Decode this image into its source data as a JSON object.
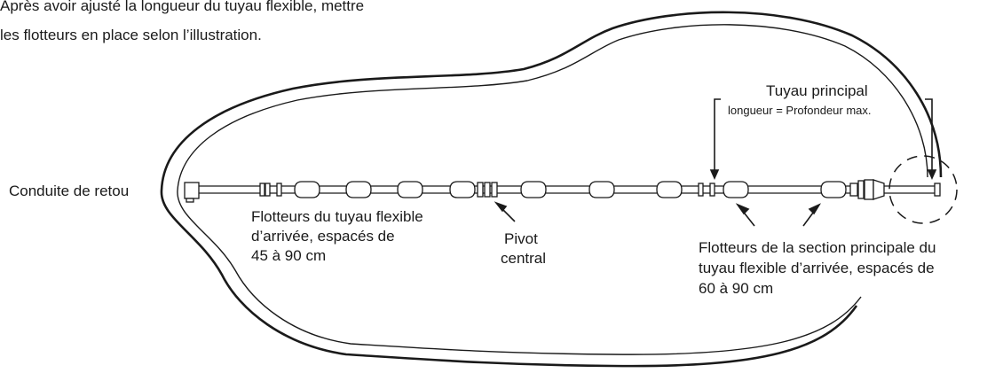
{
  "instruction": [
    "Après avoir ajusté la longueur du tuyau flexible, mettre",
    "les flotteurs en place selon l’illustration."
  ],
  "labels": {
    "return_line": "Conduite de retou",
    "hose_floats": [
      "Flotteurs du tuyau flexible",
      "d’arrivée, espacés de",
      "45 à 90 cm"
    ],
    "center_pivot": [
      "Pivot",
      "central"
    ],
    "main_floats": [
      "Flotteurs de la section principale du",
      "tuyau flexible d’arrivée, espacés de",
      "60 à 90 cm"
    ],
    "main_hose_title": "Tuyau principal",
    "main_hose_note": "longueur = Profondeur max."
  },
  "colors": {
    "line": "#1a1a1a",
    "background": "#ffffff"
  }
}
